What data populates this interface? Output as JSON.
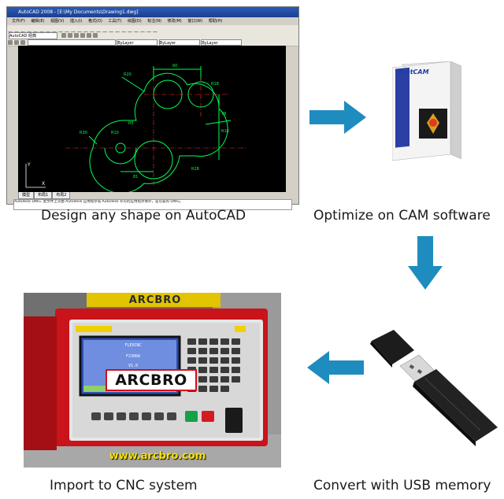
{
  "captions": {
    "step1": "Design any shape on AutoCAD",
    "step2": "Optimize on CAM software",
    "step3": "Convert with USB memory",
    "step4": "Import to CNC system"
  },
  "autocad": {
    "title": "AutoCAD 2008 - [E:\\My Documents\\Drawing1.dwg]",
    "menus": [
      "文件(F)",
      "编辑(E)",
      "视图(V)",
      "插入(I)",
      "格式(O)",
      "工具(T)",
      "绘图(D)",
      "标注(N)",
      "修改(M)",
      "窗口(W)",
      "帮助(H)"
    ],
    "layer_label": "AutoCAD 经典",
    "bylayer_1": "ByLayer",
    "bylayer_2": "ByLayer",
    "bylayer_3": "ByLayer",
    "tabs": [
      "模型",
      "布局1",
      "布局2"
    ],
    "command_line": "Autodesk DWG.  此文件上次由 Autodesk 应用程序或 Autodesk 许可的应用程序保存，是可靠的 DWG。",
    "dims": [
      "60",
      "R20",
      "R18",
      "R16",
      "R30",
      "R10",
      "R5",
      "81",
      "78",
      "R28"
    ],
    "axis_y": "Y",
    "axis_x": "X"
  },
  "fastcam": {
    "brand": "FastCAM"
  },
  "cnc": {
    "brand_top": "ARCBRO",
    "logo": "ARCBRO",
    "website": "www.arcbro.com",
    "screen_line1": "FLEXCNC",
    "screen_line2": "F2300A",
    "screen_line3": "V1.0"
  },
  "colors": {
    "arrow": "#1f8cc0",
    "drawing": "#00ff55",
    "cnc_red": "#c8141a"
  }
}
